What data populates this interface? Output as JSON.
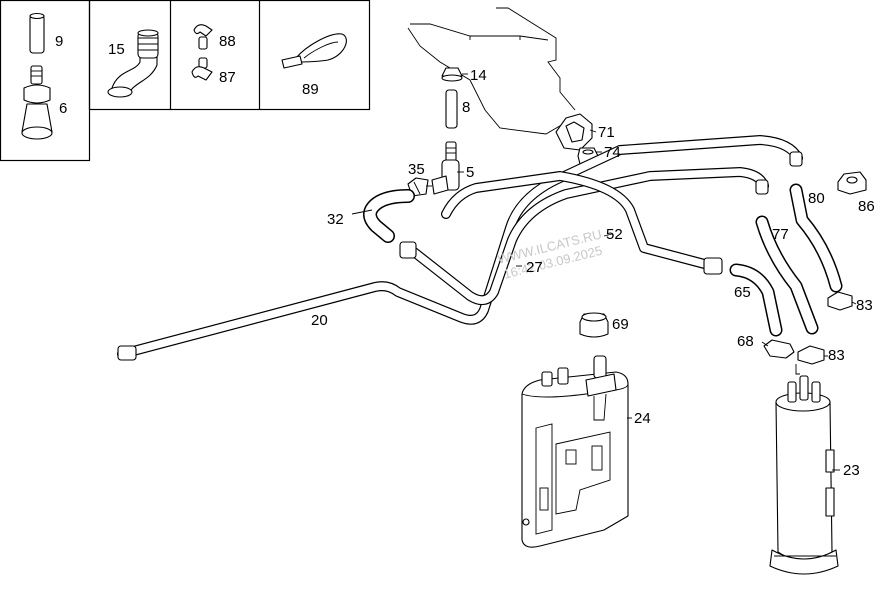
{
  "watermark": {
    "line1": "WWW.ILCATS.RU",
    "line2": "16:42 03.09.2025"
  },
  "callouts": {
    "c9": "9",
    "c6": "6",
    "c15": "15",
    "c88": "88",
    "c87": "87",
    "c89": "89",
    "c14": "14",
    "c8": "8",
    "c71": "71",
    "c74": "74",
    "c35": "35",
    "c5": "5",
    "c32": "32",
    "c52": "52",
    "c27": "27",
    "c20": "20",
    "c80": "80",
    "c86": "86",
    "c77": "77",
    "c65": "65",
    "c83a": "83",
    "c83b": "83",
    "c69": "69",
    "c68": "68",
    "c24": "24",
    "c23": "23"
  }
}
